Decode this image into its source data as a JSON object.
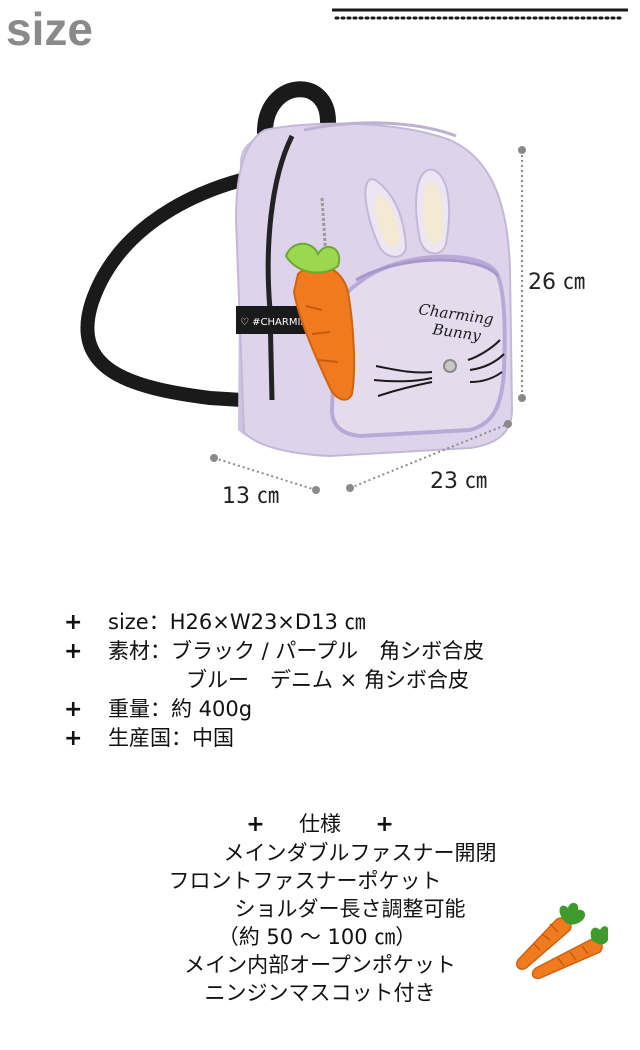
{
  "title": "size",
  "dimensions": {
    "height": "26 ㎝",
    "width": "23 ㎝",
    "depth": "13 ㎝"
  },
  "illustration": {
    "pocket_text_line1": "Charming",
    "pocket_text_line2": "Bunny",
    "strap_text": "♡ #CHARMIN"
  },
  "specs": [
    {
      "bullet": "+",
      "text": "size：H26×W23×D13 ㎝"
    },
    {
      "bullet": "+",
      "text": "素材：ブラック / パープル　角シボ合皮",
      "continuation": "ブルー　デニム × 角シボ合皮"
    },
    {
      "bullet": "+",
      "text": "重量：約 400g"
    },
    {
      "bullet": "+",
      "text": "生産国：中国"
    }
  ],
  "features": {
    "heading_bullet": "+",
    "heading": "仕様",
    "lines": [
      "メインダブルファスナー開閉",
      "フロントファスナーポケット",
      "ショルダー長さ調整可能",
      "（約 50 ～ 100 ㎝）",
      "メイン内部オープンポケット",
      "ニンジンマスコット付き"
    ]
  },
  "colors": {
    "bag": "#ddd3ea",
    "bag_shadow": "#c9bedb",
    "strap": "#1a1a1a",
    "carrot": "#f07a1e",
    "leaf": "#7cc242",
    "title_gray": "#8a8a8a"
  }
}
